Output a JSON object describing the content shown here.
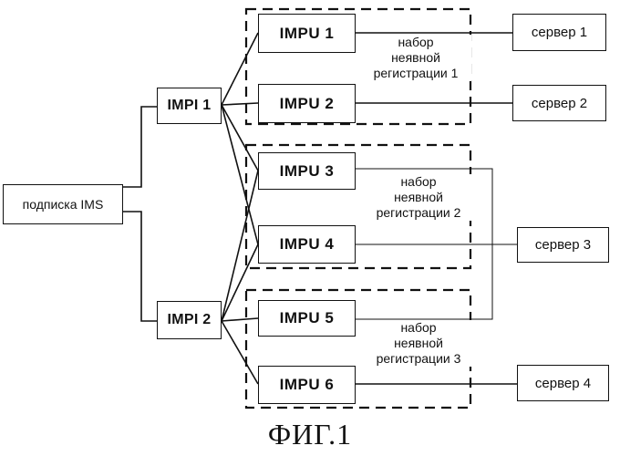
{
  "subscription": {
    "label": "подписка IMS"
  },
  "impis": [
    {
      "label": "IMPI 1"
    },
    {
      "label": "IMPI 2"
    }
  ],
  "impus": [
    {
      "label": "IMPU 1"
    },
    {
      "label": "IMPU 2"
    },
    {
      "label": "IMPU 3"
    },
    {
      "label": "IMPU 4"
    },
    {
      "label": "IMPU 5"
    },
    {
      "label": "IMPU 6"
    }
  ],
  "servers": [
    {
      "label": "сервер 1"
    },
    {
      "label": "сервер 2"
    },
    {
      "label": "сервер 3"
    },
    {
      "label": "сервер 4"
    }
  ],
  "implicit_sets": [
    {
      "line1": "набор",
      "line2": "неявной",
      "line3": "регистрации 1"
    },
    {
      "line1": "набор",
      "line2": "неявной",
      "line3": "регистрации 2"
    },
    {
      "line1": "набор",
      "line2": "неявной",
      "line3": "регистрации 3"
    }
  ],
  "caption": "ФИГ.1",
  "colors": {
    "line": "#111111",
    "background": "#ffffff"
  }
}
